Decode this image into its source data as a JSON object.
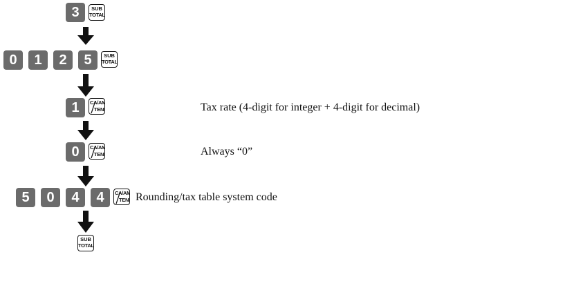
{
  "steps": [
    {
      "keys": [
        "3"
      ],
      "function_key": {
        "line1": "SUB",
        "line2": "TOTAL"
      }
    },
    {
      "keys": [
        "0",
        "1",
        "2",
        "5"
      ],
      "function_key": {
        "line1": "SUB",
        "line2": "TOTAL"
      }
    },
    {
      "keys": [
        "1"
      ],
      "function_key": {
        "line1": "CA/AMT",
        "line2": "TEND"
      },
      "note": "Tax rate (4-digit for integer + 4-digit for decimal)"
    },
    {
      "keys": [
        "0"
      ],
      "function_key": {
        "line1": "CA/AMT",
        "line2": "TEND"
      },
      "note": "Always “0”"
    },
    {
      "keys": [
        "5",
        "0",
        "4",
        "4"
      ],
      "function_key": {
        "line1": "CA/AMT",
        "line2": "TEND"
      },
      "note": "Rounding/tax table system code"
    },
    {
      "keys": [],
      "function_key": {
        "line1": "SUB",
        "line2": "TOTAL"
      }
    }
  ],
  "colors": {
    "key_fill": "#6b6b6b",
    "key_text": "#ffffff",
    "arrow": "#111111"
  }
}
